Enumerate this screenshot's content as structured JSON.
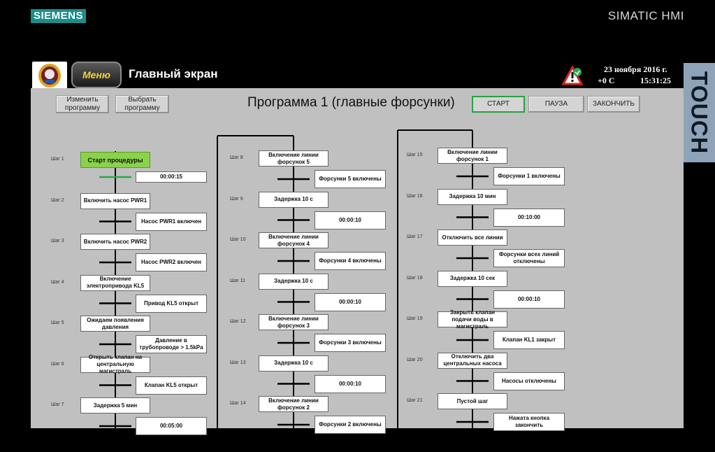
{
  "device": {
    "brand": "SIEMENS",
    "model": "SIMATIC HMI",
    "side_label": "TOUCH"
  },
  "header": {
    "menu_label": "Меню",
    "title": "Главный экран",
    "logo_icon": "emblem-icon",
    "warning_icon": "warning-triangle-icon",
    "date": "23 ноября 2016 г.",
    "temperature": "+0 С",
    "time": "15:31:25"
  },
  "toolbar": {
    "change_program": "Изменить программу",
    "select_program": "Выбрать программу",
    "program_title": "Программа 1 (главные форсунки)",
    "start": "СТАРТ",
    "pause": "ПАУЗА",
    "finish": "ЗАКОНЧИТЬ"
  },
  "colors": {
    "active_step": "#89d24a",
    "start_border": "#27a243",
    "panel": "#c0c0c0"
  },
  "steps": [
    {
      "label": "Шаг 1",
      "action": "Старт процедуры",
      "condition": "00:00:15"
    },
    {
      "label": "Шаг 2",
      "action": "Включить насос PWR1",
      "condition": "Насос PWR1 включен"
    },
    {
      "label": "Шаг 3",
      "action": "Включить насос PWR2",
      "condition": "Насос PWR2 включен"
    },
    {
      "label": "Шаг 4",
      "action": "Включение электропривода KL5",
      "condition": "Привод KL5 открыт"
    },
    {
      "label": "Шаг 5",
      "action": "Ожидаем появления давления",
      "condition": "Давление в трубопроводе > 1.5kPa"
    },
    {
      "label": "Шаг 6",
      "action": "Открыть клапан на центральную магистраль",
      "condition": "Клапан KL5 открыт"
    },
    {
      "label": "Шаг 7",
      "action": "Задержка 5 мин",
      "condition": "00:05:00"
    },
    {
      "label": "Шаг 8",
      "action": "Включение линии форсунок 5",
      "condition": "Форсунки 5 включены"
    },
    {
      "label": "Шаг 9",
      "action": "Задержка 10 с",
      "condition": "00:00:10"
    },
    {
      "label": "Шаг 10",
      "action": "Включение линии форсунок 4",
      "condition": "Форсунки 4 включены"
    },
    {
      "label": "Шаг 11",
      "action": "Задержка 10 с",
      "condition": "00:00:10"
    },
    {
      "label": "Шаг 12",
      "action": "Включение линии форсунок 3",
      "condition": "Форсунки 3 включены"
    },
    {
      "label": "Шаг 13",
      "action": "Задержка 10 с",
      "condition": "00:00:10"
    },
    {
      "label": "Шаг 14",
      "action": "Включение линии форсунок 2",
      "condition": "Форсунки 2 включены"
    },
    {
      "label": "Шаг 15",
      "action": "Включение линии форсунок 1",
      "condition": "Форсунки 1 включены"
    },
    {
      "label": "Шаг 16",
      "action": "Задержка 10 мин",
      "condition": "00:10:00"
    },
    {
      "label": "Шаг 17",
      "action": "Отключить все линии",
      "condition": "Форсунки всех линий отключены"
    },
    {
      "label": "Шаг 18",
      "action": "Задержка 10 сек",
      "condition": "00:00:10"
    },
    {
      "label": "Шаг 19",
      "action": "Закрыть клапан подачи воды в магистраль",
      "condition": "Клапан KL1 закрыт"
    },
    {
      "label": "Шаг 20",
      "action": "Отключить два центральных насоса",
      "condition": "Насосы отключены"
    },
    {
      "label": "Шаг 21",
      "action": "Пустой шаг",
      "condition": "Нажата кнопка закончить"
    }
  ]
}
